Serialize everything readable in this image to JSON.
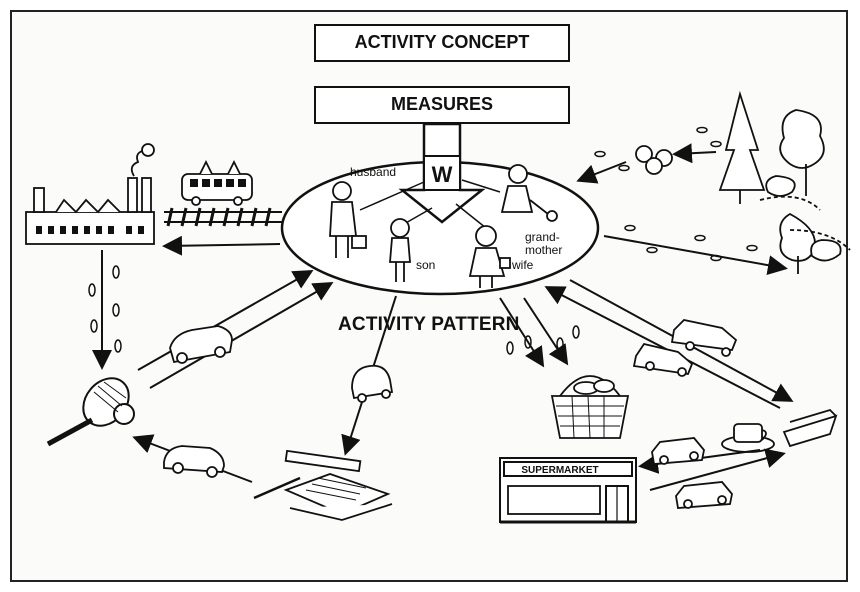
{
  "titles": {
    "activity_concept": "ACTIVITY CONCEPT",
    "measures": "MEASURES",
    "activity_pattern": "ACTIVITY PATTERN"
  },
  "household": {
    "arrow_letter": "W",
    "members": {
      "husband": "husband",
      "son": "son",
      "wife": "wife",
      "grandmother_line1": "grand-",
      "grandmother_line2": "mother"
    }
  },
  "supermarket_sign": "SUPERMARKET",
  "colors": {
    "ink": "#111111",
    "paper": "#fbfbf9"
  }
}
